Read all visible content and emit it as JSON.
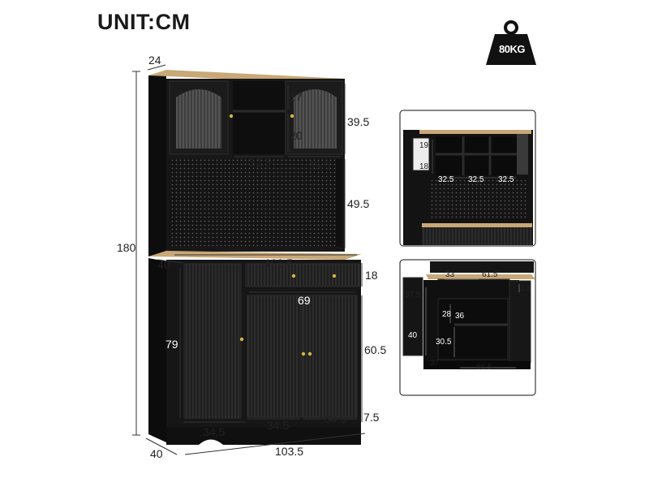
{
  "header": {
    "unit_label": "UNIT:CM"
  },
  "weight": {
    "label": "80KG",
    "icon": "weight-icon"
  },
  "colors": {
    "cabinet": "#151515",
    "wood_top": "#c9a877",
    "panel_line": "#2c2c2c",
    "knob": "#d6b24a"
  },
  "main_dimensions": {
    "top_depth": "24",
    "glass_door_height": "17",
    "inner_shelf_height": "20",
    "hutch_top_height": "39.5",
    "open_shelf_width": "32.5",
    "glass_door_width": "35.5",
    "pegboard_height": "49.5",
    "total_height": "180",
    "base_depth": "40",
    "countertop_width": "103.5",
    "drawer_height": "18",
    "drawer_width": "69",
    "base_cabinet_height": "79",
    "lower_door_height": "60.5",
    "door_width_left": "34.5",
    "door_width_middle": "34.5",
    "door_width_right": "34.5",
    "plinth_height": "7.5",
    "bottom_depth": "40",
    "bottom_width": "103.5"
  },
  "inset_top": {
    "glass_height_top": "19",
    "glass_height_bottom": "18",
    "cubby_width_left": "32.5",
    "cubby_width_middle": "32.5",
    "cubby_width_right": "32.5"
  },
  "inset_bottom": {
    "drawer_inner_width": "33",
    "counter_inner_width": "61.5",
    "door_inner_height": "37.5",
    "drawer_inner_height": "13",
    "cabinet_inner_height": "40",
    "shelf_gap_upper": "28",
    "shelf_gap_side": "36",
    "shelf_gap_lower": "30.5",
    "depth_inner": "37",
    "bottom_inner_width": "66.5"
  }
}
